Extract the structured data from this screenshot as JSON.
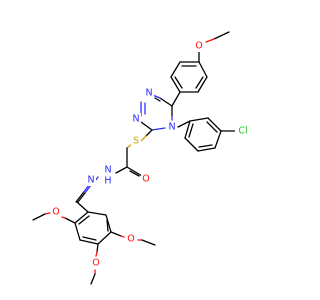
{
  "molecule": {
    "colors": {
      "carbon_bond": "#000000",
      "nitrogen": "#2c2cff",
      "oxygen": "#ff0d0d",
      "sulfur": "#c9a400",
      "chlorine": "#1fc81f",
      "background": "#ffffff"
    },
    "atoms": {
      "o_top": "O",
      "n_tr1": "N",
      "n_tr2": "N",
      "n_tr4": "N",
      "cl": "Cl",
      "s": "S",
      "o_amide": "O",
      "nh": "N",
      "h": "H",
      "n_imine": "N",
      "o_c2": "O",
      "o_c4": "O",
      "o_c5": "O"
    }
  }
}
